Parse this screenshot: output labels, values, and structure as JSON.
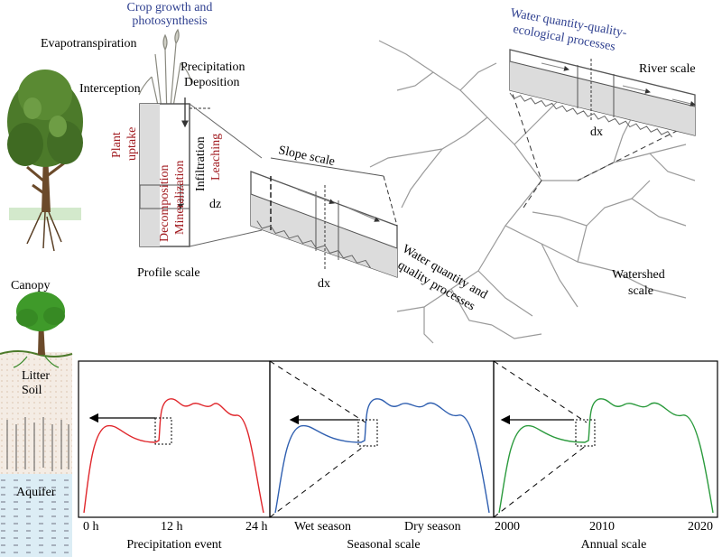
{
  "colors": {
    "red_label": "#a0191e",
    "blue_label": "#2e3f8f",
    "red_curve": "#e0262b",
    "blue_curve": "#2f5fb0",
    "green_curve": "#2a9a3c",
    "stream": "#9a9a9a",
    "tree_foliage": "#4c7a2a",
    "canopy": "#3f9a2a"
  },
  "icons": {
    "tree": "tree-icon",
    "canopy": "canopy-tree-icon",
    "crop": "crop-plant-icon",
    "river_network": "river-network-icon"
  },
  "labels": {
    "crop_growth": [
      "Crop growth and",
      "photosynthesis"
    ],
    "evapotranspiration": "Evapotranspiration",
    "interception": "Interception",
    "precipitation": "Precipitation",
    "deposition": "Deposition",
    "plant_uptake": [
      "Plant",
      "uptake"
    ],
    "decomposition": "Decomposition",
    "mineralization": "Mineralization",
    "infiltration": "Infiltration",
    "leaching": "Leaching",
    "dz": "dz",
    "profile_scale": "Profile scale",
    "slope_scale": "Slope scale",
    "dx_slope": "dx",
    "water_qq": [
      "Water quantity and",
      "quality processes"
    ],
    "water_qqe": [
      "Water quantity-quality-",
      "ecological processes"
    ],
    "river_scale": "River scale",
    "dx_river": "dx",
    "watershed_scale": [
      "Watershed",
      "scale"
    ],
    "canopy": "Canopy",
    "litter": "Litter",
    "soil": "Soil",
    "aquifer": "Aquifer"
  },
  "panels": {
    "event": {
      "ticks": [
        "0 h",
        "12 h",
        "24 h"
      ],
      "title": "Precipitation event"
    },
    "seasonal": {
      "ticks": [
        "Wet season",
        "Dry season"
      ],
      "title": "Seasonal scale"
    },
    "annual": {
      "ticks": [
        "2000",
        "2010",
        "2020"
      ],
      "title": "Annual scale"
    }
  }
}
